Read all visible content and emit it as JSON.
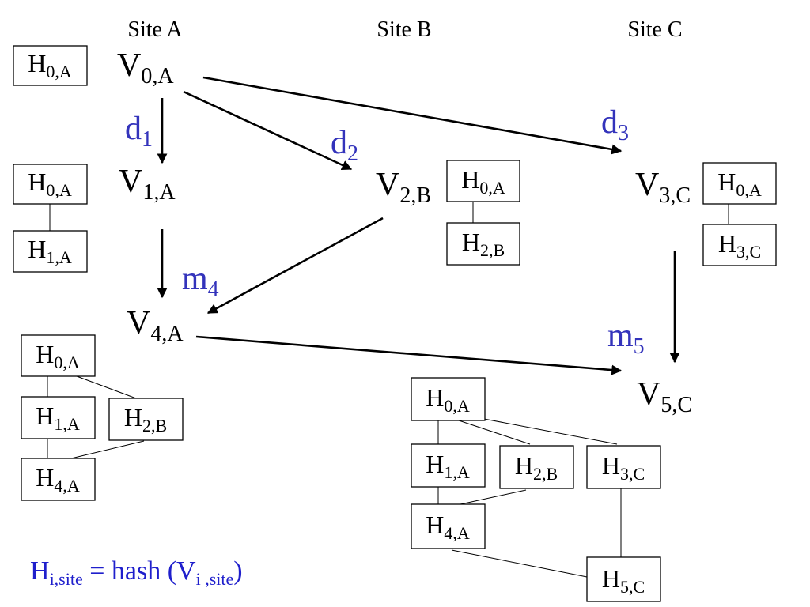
{
  "sites": {
    "a": "Site A",
    "b": "Site B",
    "c": "Site C"
  },
  "versions": {
    "v0a": {
      "base": "V",
      "sub": "0,A"
    },
    "v1a": {
      "base": "V",
      "sub": "1,A"
    },
    "v2b": {
      "base": "V",
      "sub": "2,B"
    },
    "v3c": {
      "base": "V",
      "sub": "3,C"
    },
    "v4a": {
      "base": "V",
      "sub": "4,A"
    },
    "v5c": {
      "base": "V",
      "sub": "5,C"
    }
  },
  "edge_labels": {
    "d1": {
      "base": "d",
      "sub": "1"
    },
    "d2": {
      "base": "d",
      "sub": "2"
    },
    "d3": {
      "base": "d",
      "sub": "3"
    },
    "m4": {
      "base": "m",
      "sub": "4"
    },
    "m5": {
      "base": "m",
      "sub": "5"
    }
  },
  "hash_labels": {
    "h0a": {
      "base": "H",
      "sub": "0,A"
    },
    "h1a": {
      "base": "H",
      "sub": "1,A"
    },
    "h2b": {
      "base": "H",
      "sub": "2,B"
    },
    "h3c": {
      "base": "H",
      "sub": "3,C"
    },
    "h4a": {
      "base": "H",
      "sub": "4,A"
    },
    "h5c": {
      "base": "H",
      "sub": "5,C"
    }
  },
  "formula": {
    "lhs_base": "H",
    "lhs_sub": "i,site",
    "middle": " = hash (V",
    "arg_sub": "i ,site",
    "close": ")"
  },
  "colors": {
    "label_blue": "#3333bb",
    "formula_blue": "#1f1fcc"
  }
}
